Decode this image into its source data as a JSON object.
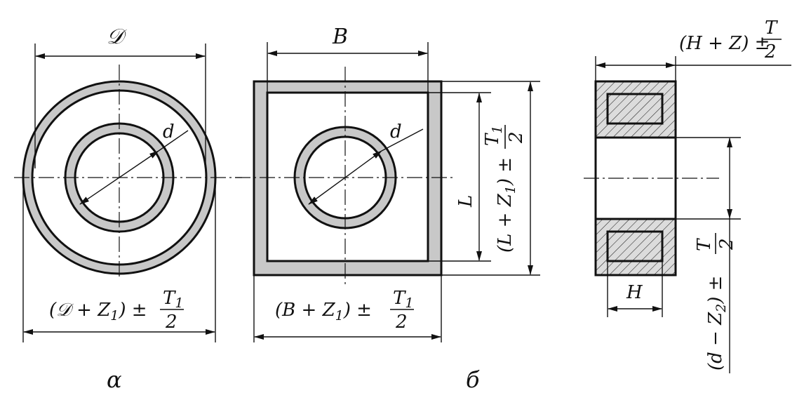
{
  "figure_a": {
    "outer_dim": "𝒟",
    "bore_dim": "d",
    "blank_dim_main": "(𝒟 + Z",
    "blank_dim_sub": "1",
    "blank_dim_close": ") ±",
    "tol_num": "T",
    "tol_num_sub": "1",
    "tol_den": "2",
    "caption": "α"
  },
  "figure_b": {
    "width_dim": "B",
    "bore_dim": "d",
    "length_dim": "L",
    "blank_width_main": "(B + Z",
    "blank_width_sub": "1",
    "blank_width_close": ") ±",
    "tol_num": "T",
    "tol_num_sub": "1",
    "tol_den": "2",
    "blank_length_main": "(L + Z",
    "blank_length_sub": "1",
    "blank_length_close": ") ±",
    "len_tol_num": "T",
    "len_tol_num_sub": "1",
    "len_tol_den": "2",
    "caption": "б"
  },
  "section_view": {
    "height_blank_main": "(H + Z) ±",
    "height_tol_num": "T",
    "height_tol_den": "2",
    "height_dim": "H",
    "bore_blank_main": "(d − Z",
    "bore_blank_sub": "2",
    "bore_blank_close": ") ±",
    "bore_tol_num": "T",
    "bore_tol_den": "2"
  }
}
